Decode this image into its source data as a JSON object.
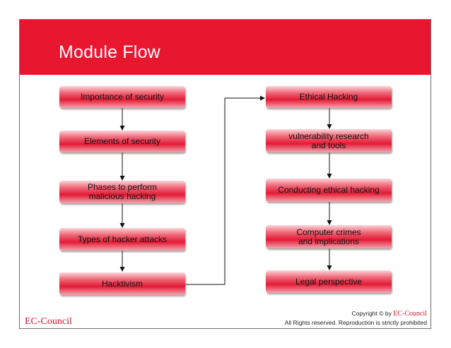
{
  "header": {
    "title": "Module Flow"
  },
  "flow": {
    "left_column": [
      "Importance of security",
      "Elements of security",
      "Phases to perform\nmalicious hacking",
      "Types of hacker attacks",
      "Hacktivism"
    ],
    "right_column": [
      "Ethical Hacking",
      "vulnerability research\nand tools",
      "Conducting ethical hacking",
      "Computer crimes\nand implications",
      "Legal perspective"
    ]
  },
  "footer": {
    "logo": "EC-Council",
    "copyright_prefix": "Copyright © by ",
    "copyright_brand": "EC-Council",
    "rights": "All Rights reserved. Reproduction is strictly prohibited"
  },
  "colors": {
    "accent": "#e8162e",
    "border": "#6d6d6d"
  }
}
